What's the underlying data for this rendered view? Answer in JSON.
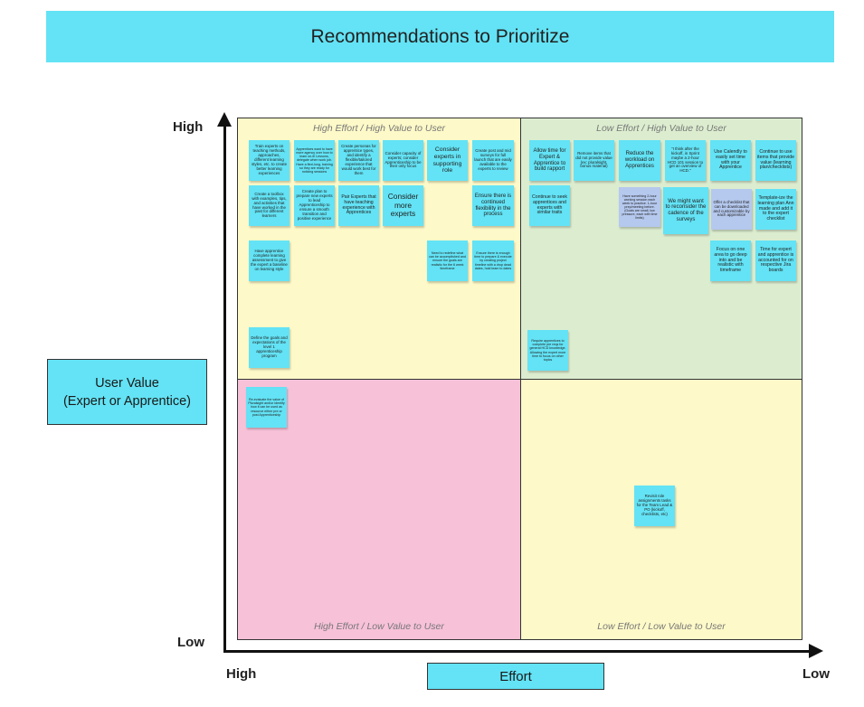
{
  "title": "Recommendations to Prioritize",
  "y_axis": {
    "high": "High",
    "low": "Low",
    "label_line1": "User Value",
    "label_line2": "(Expert or Apprentice)"
  },
  "x_axis": {
    "high": "High",
    "low": "Low",
    "label": "Effort"
  },
  "quadrants": {
    "top_left": "High Effort / High Value to User",
    "top_right": "Low Effort / High Value to User",
    "bottom_left": "High Effort / Low Value to User",
    "bottom_right": "Low Effort / Low Value to User"
  },
  "notes": {
    "tl1": "Train experts on teaching methods, approaches, different learning styles, etc. to create better learning experiences",
    "tl2": "Apprentices want to have more agency over how to learn on-it! Lessons, delegate when work job. Have a flexi-long, training so they are ready for noticing sessions",
    "tl3": "Create personas for apprentice types, and identify a flexible/tailored experience that would work best for them",
    "tl4": "Consider capacity of experts; consider Apprenticeship to be their only focus",
    "tl5": "Consider experts in supporting role",
    "tl6": "Create post and mid surveys for full launch that are easily available to the experts to review",
    "tl7": "Create a toolbox with examples, tips, and activities that have worked in the past for different learners",
    "tl8": "Create plan to prepare new experts to lead Apprenticeship to ensure a smooth transition and positive experience",
    "tl9": "Pair Experts that have teaching experience with Apprentices",
    "tl10": "Consider more experts",
    "tl11": "Ensure there is continued flexibility in the process",
    "tl12": "Have apprentice complete learning assessment to give the expert a baseline on learning style",
    "tl13": "Need to redefine what can be accomplished and ensure the goals are realistic for the 6 week timeframe",
    "tl14": "Ensure there is enough time to prepare & execute by creating project timeline with a drop dead dates, hold team to dates",
    "tl15": "Define the goals and expectations of the level 1 apprenticeship program",
    "tr1": "Allow time for Expert & Apprentice to build rapport",
    "tr2": "Remove items that did not provide value (ex: pluralsight, bonus material)",
    "tr3": "Reduce the workload on Apprentices",
    "tr4": "\"I think after the kickoff, in Sprint maybe a 2-hour HCD 101 session to get an overview of HCD.\"",
    "tr5": "Use Calendly to easily set time with your Apprentice",
    "tr6": "Continue to use items that provide value (learning plan/checklists)",
    "tr7": "Continue to seek apprentices and experts with similar traits",
    "tr8": "Have something 2-hour working session each week to practice. 1-hour prep/meeting before. (Goals are small, low pressure, each with time limits)",
    "tr9": "We might want to reconsider the cadence of the surveys",
    "tr10": "Offer a checklist that can be downloaded and customizable by each apprentice",
    "tr11": "Template-ize the learning plan Ann made and add it to the expert checklist",
    "tr12": "Focus on one area to go deep into and be realistic with timeframe",
    "tr13": "Time for expert and apprentice is accounted for on respective Jira boards",
    "tr14": "Require apprentices to complete pre reqs for general HCD knowledge. Allowing the expert more time to focus on other topics",
    "bl1": "Re-evaluate the value of Pluralsight and/or identify how it can be used as resource either pre or post Apprenticeship",
    "br1": "Revisit role assignments tasks for the Team Lead & PO (kickoff, checklists, etc)"
  },
  "colors": {
    "accent_cyan": "#63e3f5",
    "quadrant_yellow": "#fdf9c8",
    "quadrant_green": "#dcedcf",
    "quadrant_pink": "#f7c1d8",
    "note_purple": "#b5c8ee"
  }
}
